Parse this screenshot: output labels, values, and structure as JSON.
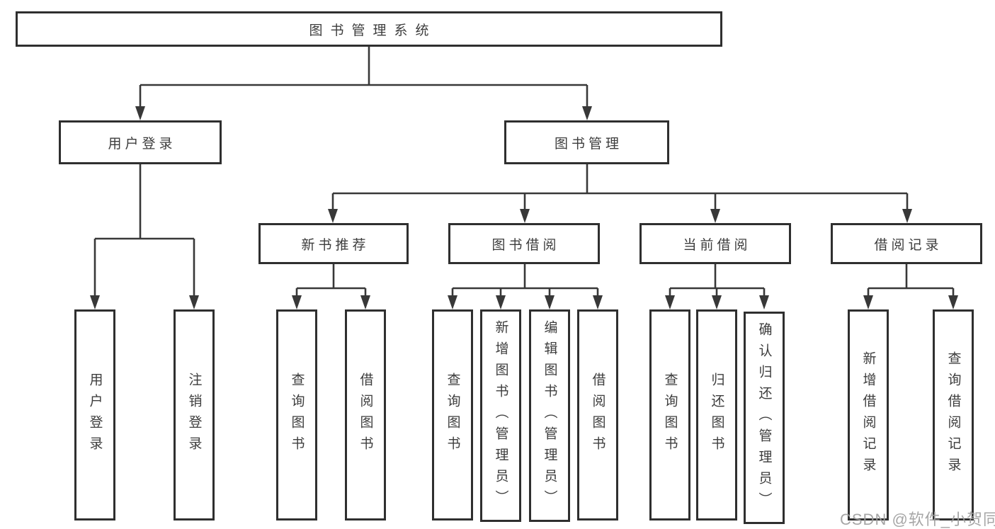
{
  "diagram": {
    "watermark": "CSDN @软件_小贺同学",
    "tree": {
      "label": "图书管理系统",
      "children": [
        {
          "label": "用户登录",
          "children": [
            {
              "label": "用户登录"
            },
            {
              "label": "注销登录"
            }
          ]
        },
        {
          "label": "图书管理",
          "children": [
            {
              "label": "新书推荐",
              "children": [
                {
                  "label": "查询图书"
                },
                {
                  "label": "借阅图书"
                }
              ]
            },
            {
              "label": "图书借阅",
              "children": [
                {
                  "label": "查询图书"
                },
                {
                  "label": "新增图书（管理员）"
                },
                {
                  "label": "编辑图书（管理员）"
                },
                {
                  "label": "借阅图书"
                }
              ]
            },
            {
              "label": "当前借阅",
              "children": [
                {
                  "label": "查询图书"
                },
                {
                  "label": "归还图书"
                },
                {
                  "label": "确认归还（管理员）"
                }
              ]
            },
            {
              "label": "借阅记录",
              "children": [
                {
                  "label": "新增借阅记录"
                },
                {
                  "label": "查询借阅记录"
                }
              ]
            }
          ]
        }
      ]
    },
    "colors": {
      "line": "#383838",
      "border": "#2f2f2f",
      "text": "#3d3d3d",
      "watermark": "#9e9e9e"
    }
  }
}
